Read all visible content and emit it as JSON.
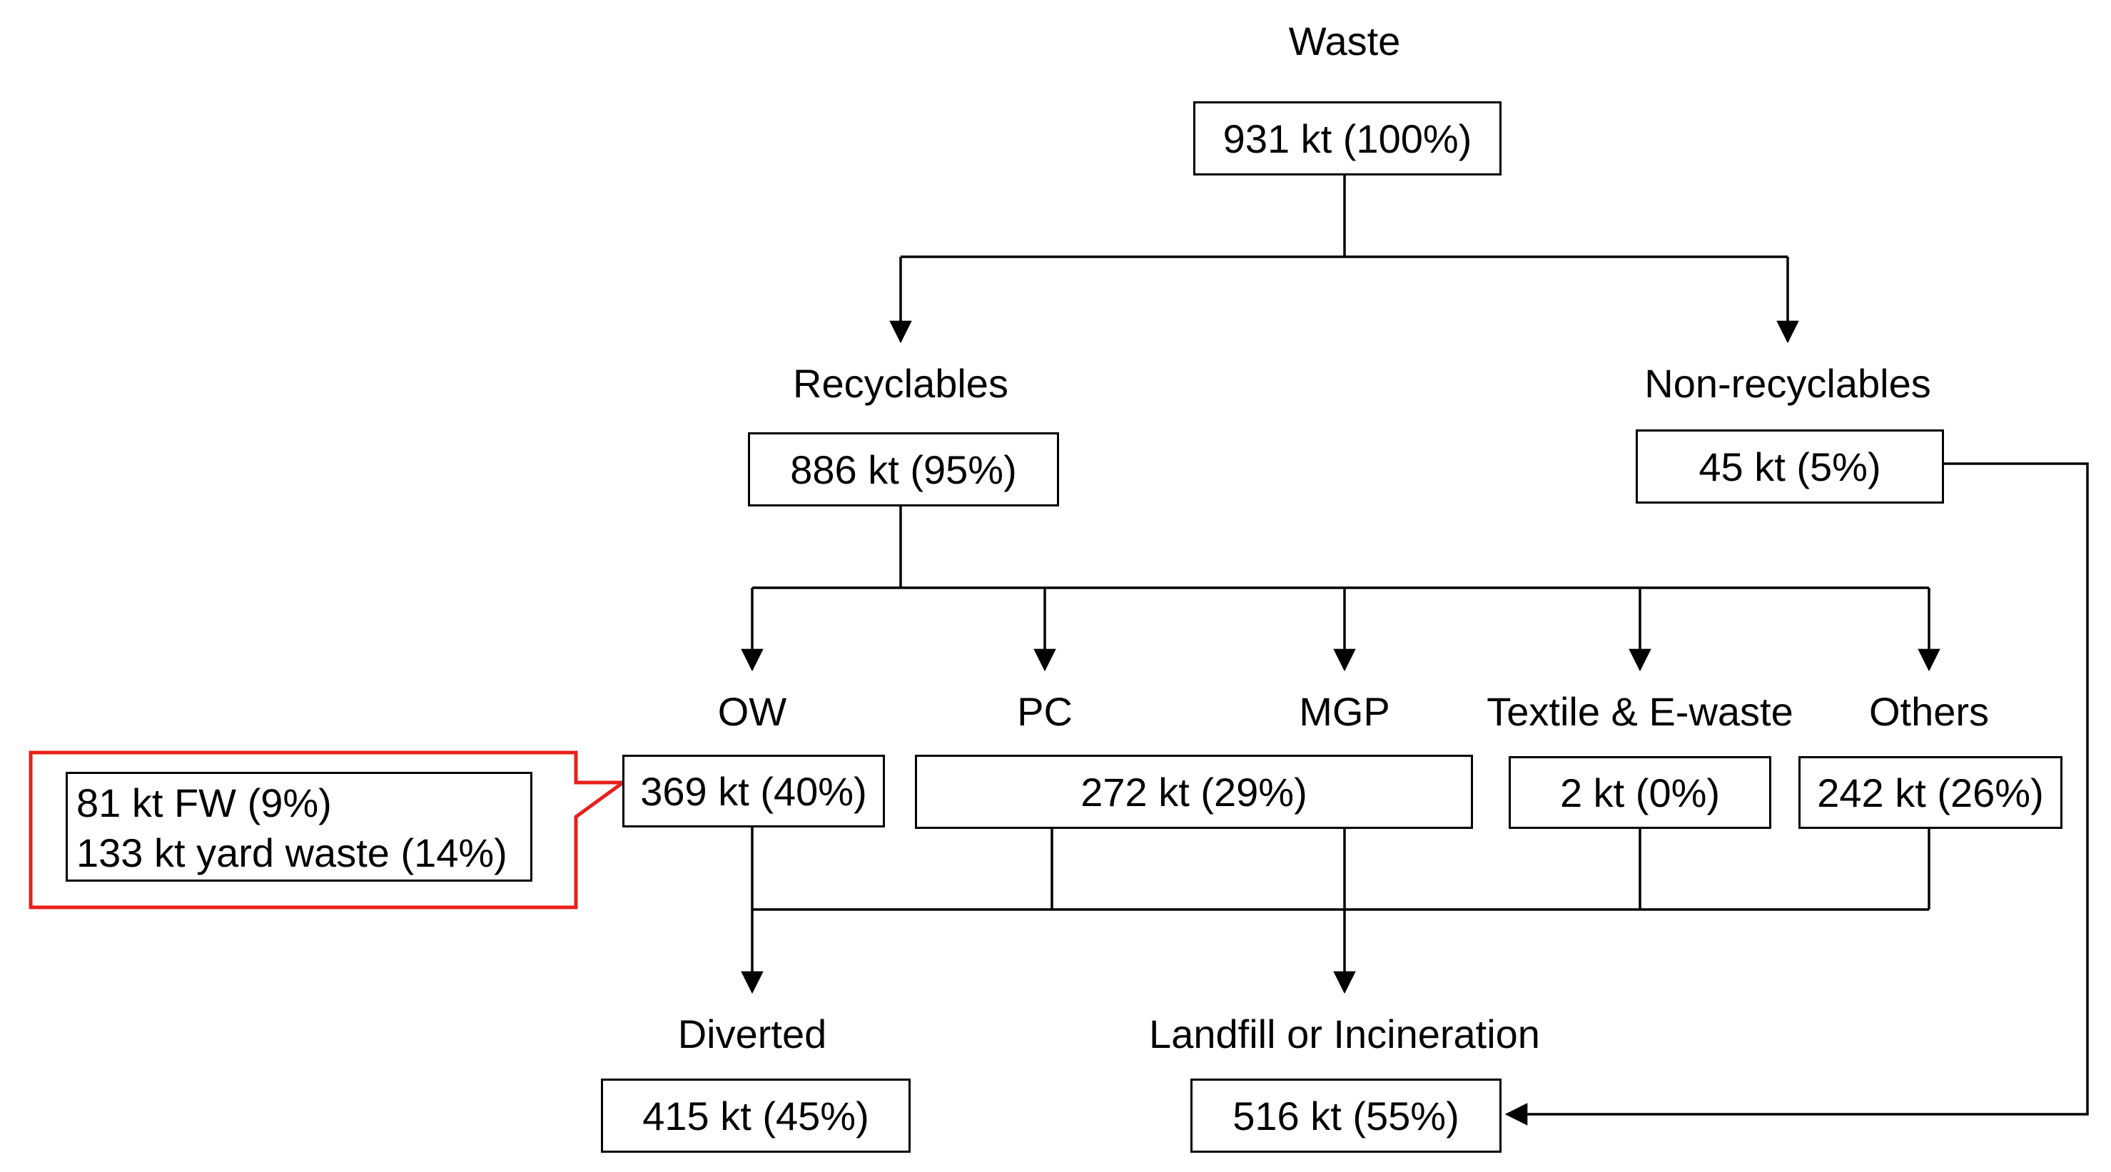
{
  "nodes": {
    "waste": {
      "label": "Waste",
      "value": "931 kt (100%)"
    },
    "recyclables": {
      "label": "Recyclables",
      "value": "886 kt (95%)"
    },
    "non_recyclables": {
      "label": "Non-recyclables",
      "value": "45 kt (5%)"
    },
    "ow": {
      "label": "OW",
      "value": "369 kt (40%)"
    },
    "pc": {
      "label": "PC"
    },
    "mgp": {
      "label": "MGP"
    },
    "pc_mgp": {
      "value": "272 kt (29%)"
    },
    "textile": {
      "label": "Textile  & E-waste",
      "value": "2 kt (0%)"
    },
    "others": {
      "label": "Others",
      "value": "242 kt (26%)"
    },
    "diverted": {
      "label": "Diverted",
      "value": "415 kt (45%)"
    },
    "landfill": {
      "label": "Landfill or Incineration",
      "value": "516 kt (55%)"
    }
  },
  "callout": {
    "line1": "81 kt FW (9%)",
    "line2": "133 kt yard waste  (14%)",
    "border_color": "#e8201a"
  }
}
